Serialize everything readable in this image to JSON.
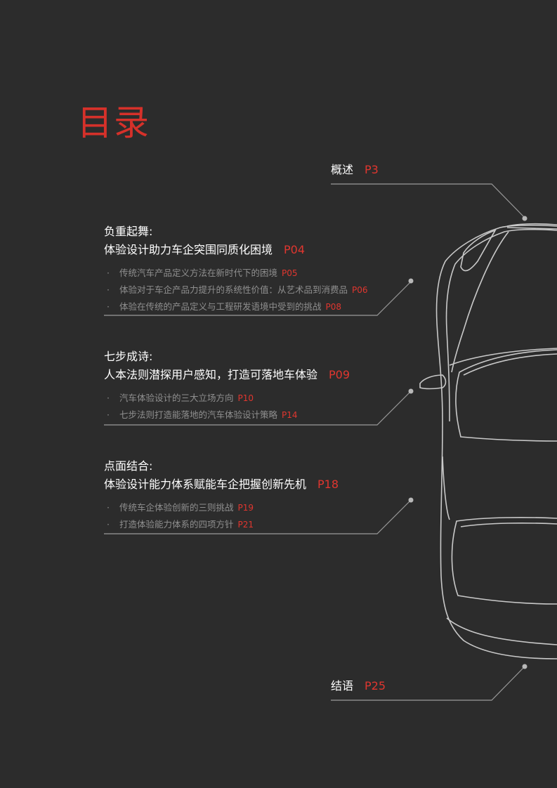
{
  "title": "目录",
  "overview": {
    "label": "概述",
    "page": "P3"
  },
  "sections": [
    {
      "heading_line1": "负重起舞:",
      "heading_line2": "体验设计助力车企突围同质化困境",
      "page": "P04",
      "items": [
        {
          "text": "传统汽车产品定义方法在新时代下的困境",
          "page": "P05"
        },
        {
          "text": "体验对于车企产品力提升的系统性价值：从艺术品到消费品",
          "page": "P06"
        },
        {
          "text": "体验在传统的产品定义与工程研发语境中受到的挑战",
          "page": "P08"
        }
      ]
    },
    {
      "heading_line1": "七步成诗:",
      "heading_line2": "人本法则潜探用户感知，打造可落地车体验",
      "page": "P09",
      "items": [
        {
          "text": "汽车体验设计的三大立场方向",
          "page": "P10"
        },
        {
          "text": "七步法则打造能落地的汽车体验设计策略",
          "page": "P14"
        }
      ]
    },
    {
      "heading_line1": "点面结合:",
      "heading_line2": "体验设计能力体系赋能车企把握创新先机",
      "page": "P18",
      "items": [
        {
          "text": "传统车企体验创新的三则挑战",
          "page": "P19"
        },
        {
          "text": "打造体验能力体系的四项方针",
          "page": "P21"
        }
      ]
    }
  ],
  "conclusion": {
    "label": "结语",
    "page": "P25"
  },
  "colors": {
    "accent": "#e0362f",
    "background": "#2c2c2c",
    "line": "#9a9a9a"
  }
}
